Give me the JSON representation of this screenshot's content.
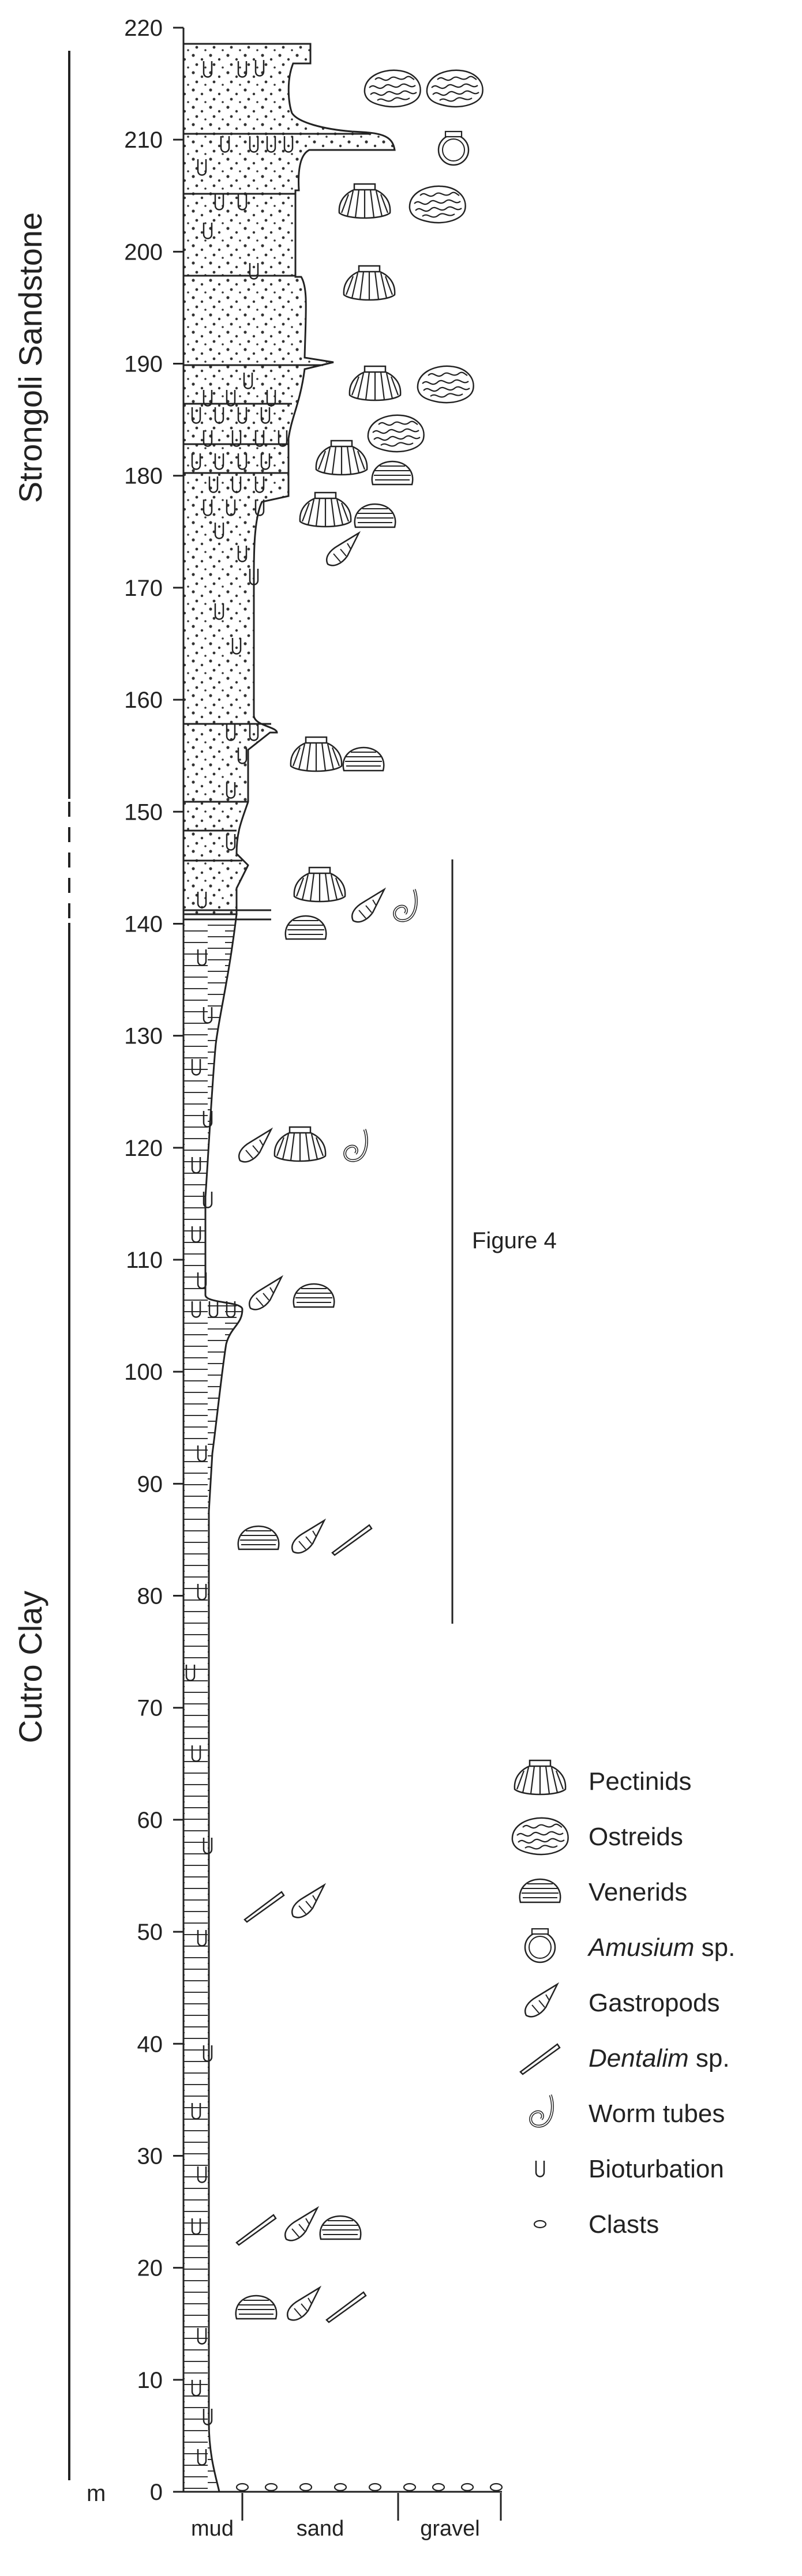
{
  "axis": {
    "unit": "m",
    "ticks": [
      "0",
      "10",
      "20",
      "30",
      "40",
      "50",
      "60",
      "70",
      "80",
      "90",
      "100",
      "110",
      "120",
      "130",
      "140",
      "150",
      "160",
      "170",
      "180",
      "190",
      "200",
      "210",
      "220"
    ],
    "min": 0,
    "max": 220
  },
  "grain_size_scale": [
    "mud",
    "sand",
    "gravel"
  ],
  "formations": [
    {
      "name": "Strongoli Sandstone",
      "base_m": 153,
      "top_m": 219
    },
    {
      "name": "Cutro Clay",
      "base_m": 5,
      "top_m": 140
    }
  ],
  "figure_reference": {
    "label": "Figure 4",
    "base_m": 79,
    "top_m": 146
  },
  "legend": [
    {
      "icon": "pectinid-icon",
      "label": "Pectinids",
      "italic": "",
      "rest": ""
    },
    {
      "icon": "ostreid-icon",
      "label": "Ostreids",
      "italic": "",
      "rest": ""
    },
    {
      "icon": "venerid-icon",
      "label": "Venerids",
      "italic": "",
      "rest": ""
    },
    {
      "icon": "amusium-icon",
      "label": "",
      "italic": "Amusium",
      "rest": " sp."
    },
    {
      "icon": "gastropod-icon",
      "label": "Gastropods",
      "italic": "",
      "rest": ""
    },
    {
      "icon": "dentalium-icon",
      "label": "",
      "italic": "Dentalim",
      "rest": " sp."
    },
    {
      "icon": "worm-tube-icon",
      "label": "Worm tubes",
      "italic": "",
      "rest": ""
    },
    {
      "icon": "bioturbation-icon",
      "label": "Bioturbation",
      "italic": "",
      "rest": ""
    },
    {
      "icon": "clast-icon",
      "label": "Clasts",
      "italic": "",
      "rest": ""
    }
  ],
  "colors": {
    "line": "#222222",
    "fill": "#ffffff",
    "dot": "#333333"
  }
}
